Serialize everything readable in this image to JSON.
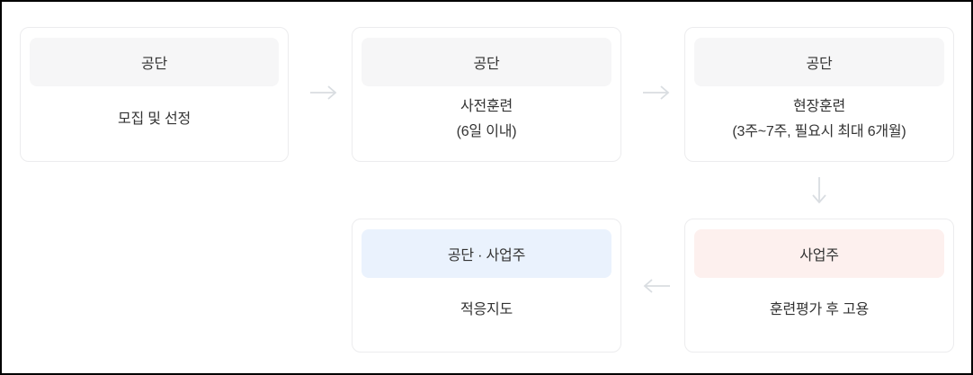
{
  "colors": {
    "text": "#333333",
    "box_border": "#ececee",
    "arrow": "#d9dde1",
    "header_gray": "#f6f6f7",
    "header_pink": "#fdf0ee",
    "header_blue": "#eaf2fd"
  },
  "diagram": {
    "steps": [
      {
        "owner": "공단",
        "header_bg": "#f6f6f7",
        "lines": [
          "모집 및 선정"
        ]
      },
      {
        "owner": "공단",
        "header_bg": "#f6f6f7",
        "lines": [
          "사전훈련",
          "(6일 이내)"
        ]
      },
      {
        "owner": "공단",
        "header_bg": "#f6f6f7",
        "lines": [
          "현장훈련",
          "(3주~7주, 필요시 최대 6개월)"
        ]
      },
      {
        "owner": "사업주",
        "header_bg": "#fdf0ee",
        "lines": [
          "훈련평가 후 고용"
        ]
      },
      {
        "owner": "공단 · 사업주",
        "header_bg": "#eaf2fd",
        "lines": [
          "적응지도"
        ]
      }
    ]
  }
}
